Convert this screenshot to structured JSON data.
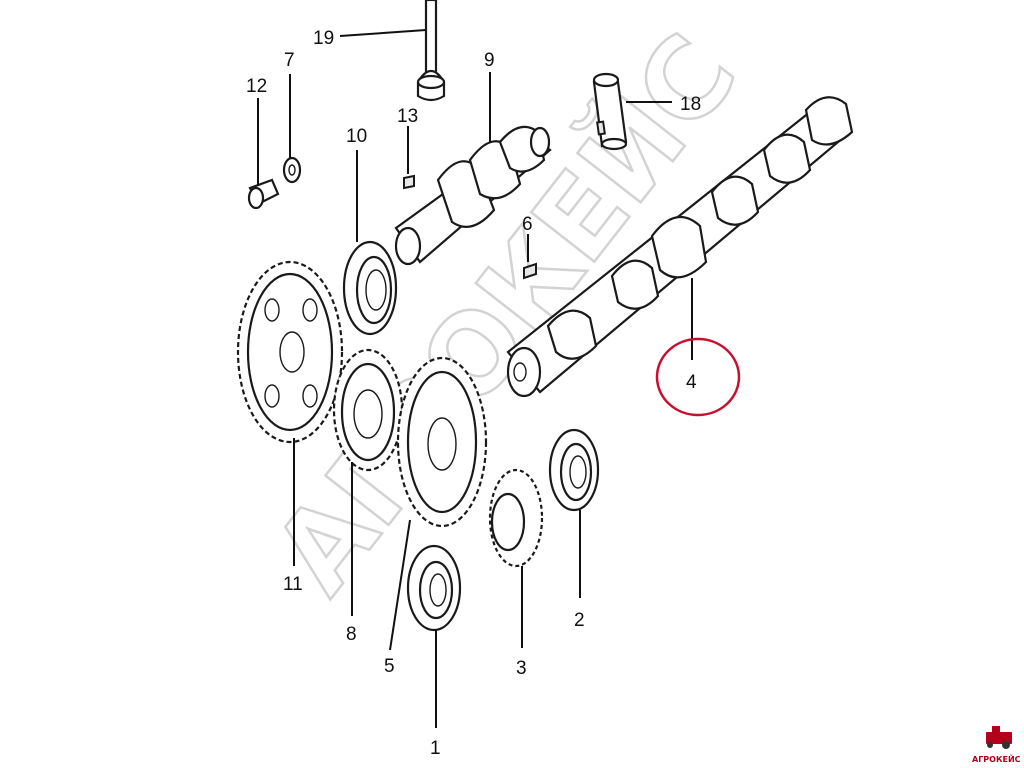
{
  "diagram": {
    "callouts": [
      {
        "id": "c1",
        "text": "1"
      },
      {
        "id": "c2",
        "text": "2"
      },
      {
        "id": "c3",
        "text": "3"
      },
      {
        "id": "c4",
        "text": "4"
      },
      {
        "id": "c5",
        "text": "5"
      },
      {
        "id": "c6",
        "text": "6"
      },
      {
        "id": "c7",
        "text": "7"
      },
      {
        "id": "c8",
        "text": "8"
      },
      {
        "id": "c9",
        "text": "9"
      },
      {
        "id": "c10",
        "text": "10"
      },
      {
        "id": "c11",
        "text": "11"
      },
      {
        "id": "c12",
        "text": "12"
      },
      {
        "id": "c13",
        "text": "13"
      },
      {
        "id": "c18",
        "text": "18"
      },
      {
        "id": "c19",
        "text": "19"
      }
    ],
    "highlight": {
      "target": "4",
      "color": "#c8102e"
    }
  },
  "watermark": {
    "text": "АГРОКЕЙС",
    "color": "#cfcfcf"
  },
  "logo": {
    "text": "АГРОКЕЙС",
    "color": "#b3001b"
  }
}
